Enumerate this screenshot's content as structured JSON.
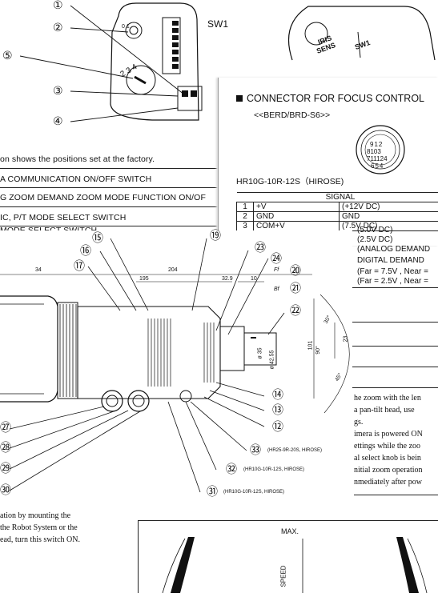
{
  "callouts_top": [
    "①",
    "②",
    "⑤",
    "③",
    "④"
  ],
  "sw1_label": "SW1",
  "rear_labels": {
    "iris": "IRIS",
    "sens": "SENS",
    "sw1": "SW1"
  },
  "switch_dial": {
    "digits": "2 3 4",
    "small": "0 1"
  },
  "connector": {
    "title": "CONNECTOR FOR FOCUS CONTROL",
    "subtitle": "<<BERD/BRD-S6>>",
    "part": "HR10G-10R-12S（HIROSE)",
    "pins": [
      "9",
      "1",
      "2",
      "8",
      "10",
      "3",
      "7",
      "11",
      "12",
      "4",
      "6",
      "5",
      "4"
    ],
    "header": "SIGNAL",
    "rows": [
      {
        "no": "1",
        "name": "+V",
        "signal": "(+12V DC)"
      },
      {
        "no": "2",
        "name": "GND",
        "signal": "GND"
      },
      {
        "no": "3",
        "name": "COM+V",
        "signal": "(7.5V DC)"
      }
    ],
    "extra_signals": [
      "(5.0V DC)",
      "(2.5V DC)",
      "(ANALOG DEMAND",
      "DIGITAL DEMAND",
      "(Far = 7.5V , Near =",
      "(Far = 2.5V , Near ="
    ]
  },
  "left_notes": {
    "factory": "on shows the positions set at the factory.",
    "items": [
      "A COMMUNICATION ON/OFF SWITCH",
      "G ZOOM DEMAND ZOOM MODE FUNCTION ON/OF",
      "IC, P/T MODE SELECT SWITCH",
      "MODE SELECT SWITCH"
    ]
  },
  "drawing": {
    "callouts": [
      "⑮",
      "⑯",
      "⑰",
      "⑲",
      "⑳",
      "㉑",
      "㉒",
      "㉓",
      "㉔",
      "⑫",
      "⑬",
      "⑭",
      "㉗",
      "㉘",
      "㉙",
      "㉚",
      "㉛",
      "㉜",
      "㉝"
    ],
    "dims": [
      "34",
      "204",
      "195",
      "32.9",
      "10",
      "Ff",
      "Bf",
      "ø 35",
      "ø 42.55",
      "101",
      "90°",
      "23",
      "30°",
      "45°"
    ],
    "connector_notes": [
      "(HR25-9R-20S, HIROSE)",
      "(HR10G-10R-12S, HIROSE)",
      "(HR10G-10R-12S, HIROSE)"
    ]
  },
  "right_text": [
    "he zoom with the len",
    "a pan-tilt head, use",
    "gs.",
    "imera is powered ON",
    "ettings while the zoo",
    "al select knob is bein",
    "nitial zoom operation",
    "nmediately after pow"
  ],
  "bottom_left_text": [
    "ation by mounting the",
    " the Robot System or the",
    "ead, turn this switch ON."
  ],
  "speed_chart": {
    "max": "MAX.",
    "axis": "SPEED"
  }
}
